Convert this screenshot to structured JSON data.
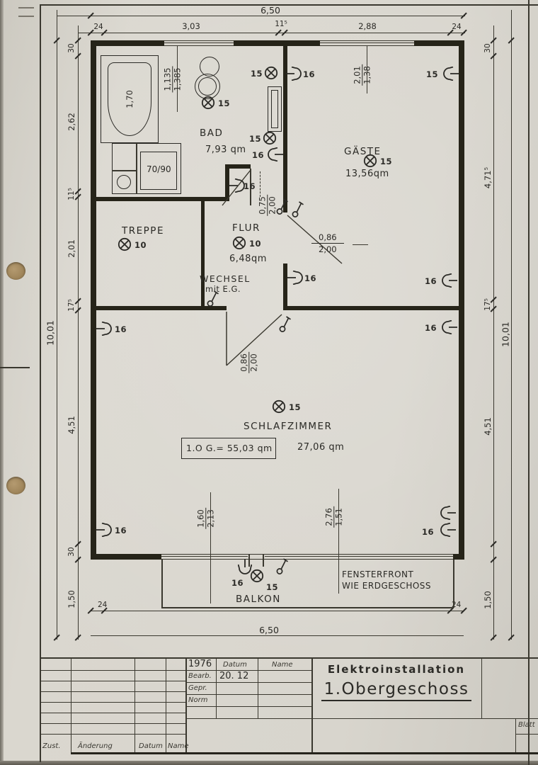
{
  "colors": {
    "paper": "#d8d5cd",
    "ink": "#2b2a26",
    "hole_punch": "#9c8257"
  },
  "titleblock": {
    "year": "1976",
    "col_datum": "Datum",
    "col_name": "Name",
    "row_bearb": "Bearb.",
    "bearb_datum": "20. 12",
    "row_gepr": "Gepr.",
    "row_norm": "Norm",
    "project": "Elektroinstallation",
    "sheet_title": "1.Obergeschoss",
    "blatt": "Blatt",
    "zust": "Zust.",
    "aenderung": "Änderung",
    "datum": "Datum",
    "name": "Name"
  },
  "rooms": {
    "bad": {
      "name": "BAD",
      "area": "7,93 qm"
    },
    "gaeste": {
      "name": "GÄSTE",
      "area": "13,56qm"
    },
    "treppe": {
      "name": "TREPPE"
    },
    "flur": {
      "name": "FLUR",
      "area": "6,48qm"
    },
    "wechsel": {
      "line1": "WECHSEL",
      "line2": "mit E.G."
    },
    "schlafzimmer": {
      "name": "SCHLAFZIMMER",
      "area": "27,06 qm"
    },
    "balkon": {
      "name": "BALKON"
    },
    "og_summary": "1.O G.= 55,03 qm",
    "fensterfront": {
      "line1": "FENSTERFRONT",
      "line2": "WIE ERDGESCHOSS"
    }
  },
  "fixtures": {
    "tub_length": "1,70",
    "shower": "70/90"
  },
  "circuits": {
    "c10": "10",
    "c15": "15",
    "c16": "16"
  },
  "dims": {
    "total_w": "6,50",
    "total_h": "10,01",
    "d24": "24",
    "d303": "3,03",
    "d115": "11⁵",
    "d288": "2,88",
    "d30": "30",
    "d262": "2,62",
    "d201": "2,01",
    "d175": "17⁵",
    "d451": "4,51",
    "d150": "1,50",
    "d4715": "4,71⁵",
    "bad_window": {
      "a": "1,135",
      "b": "1,385"
    },
    "gaeste_window": {
      "a": "2,01",
      "b": "1,38"
    },
    "bad_door": {
      "a": "0,75",
      "b": "2,00"
    },
    "door_086": {
      "a": "0,86",
      "b": "2,00"
    },
    "sz_window_left": {
      "a": "1,60",
      "b": "2,13"
    },
    "sz_window_right": {
      "a": "2,76",
      "b": "1,51"
    }
  }
}
